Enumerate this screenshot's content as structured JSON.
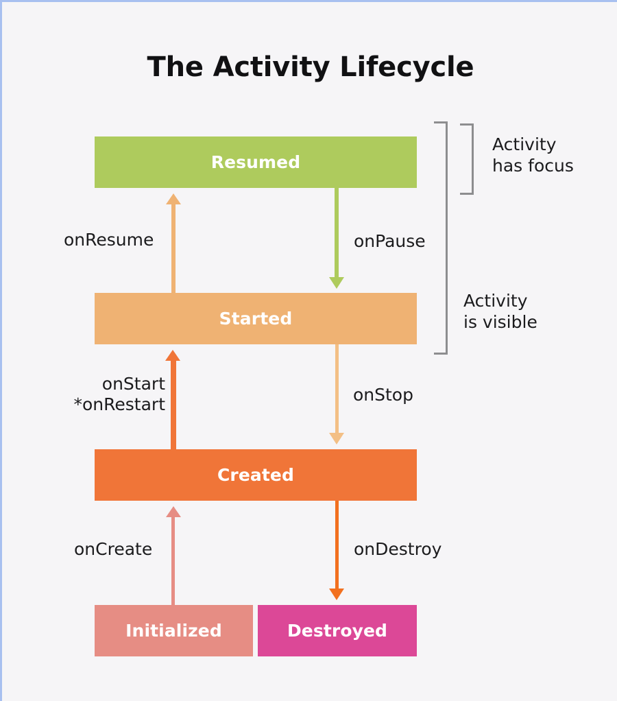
{
  "diagram": {
    "title": "The Activity Lifecycle",
    "states": [
      {
        "id": "resumed",
        "label": "Resumed",
        "color": "#aecb5d"
      },
      {
        "id": "started",
        "label": "Started",
        "color": "#efb273"
      },
      {
        "id": "created",
        "label": "Created",
        "color": "#f07538"
      },
      {
        "id": "initialized",
        "label": "Initialized",
        "color": "#e68d84"
      },
      {
        "id": "destroyed",
        "label": "Destroyed",
        "color": "#dc4897"
      }
    ],
    "transitions": [
      {
        "id": "onresume",
        "label": "onResume",
        "from": "Started",
        "to": "Resumed",
        "direction": "up",
        "color": "#efb273"
      },
      {
        "id": "onpause",
        "label": "onPause",
        "from": "Resumed",
        "to": "Started",
        "direction": "down",
        "color": "#aecb5d"
      },
      {
        "id": "onstart",
        "label": "onStart\n*onRestart",
        "from": "Created",
        "to": "Started",
        "direction": "up",
        "color": "#f07538"
      },
      {
        "id": "onstop",
        "label": "onStop",
        "from": "Started",
        "to": "Created",
        "direction": "down",
        "color": "#f3bf85"
      },
      {
        "id": "oncreate",
        "label": "onCreate",
        "from": "Initialized",
        "to": "Created",
        "direction": "up",
        "color": "#e68d84"
      },
      {
        "id": "ondestroy",
        "label": "onDestroy",
        "from": "Created",
        "to": "Destroyed",
        "direction": "down",
        "color": "#f2701f"
      }
    ],
    "transition_labels": {
      "onresume": "onResume",
      "onpause": "onPause",
      "onstart_line1": "onStart",
      "onstart_line2": "*onRestart",
      "onstop": "onStop",
      "oncreate": "onCreate",
      "ondestroy": "onDestroy"
    },
    "brackets": [
      {
        "id": "has-focus",
        "line1": "Activity",
        "line2": "has focus",
        "covers": [
          "Resumed"
        ],
        "color": "#8d8d8f"
      },
      {
        "id": "is-visible",
        "line1": "Activity",
        "line2": "is visible",
        "covers": [
          "Resumed",
          "Started"
        ],
        "color": "#8d8d8f"
      }
    ],
    "background_color": "#f6f5f7",
    "border_color": "#a8c0f0",
    "title_color": "#111113",
    "label_color": "#1b1b1d"
  }
}
